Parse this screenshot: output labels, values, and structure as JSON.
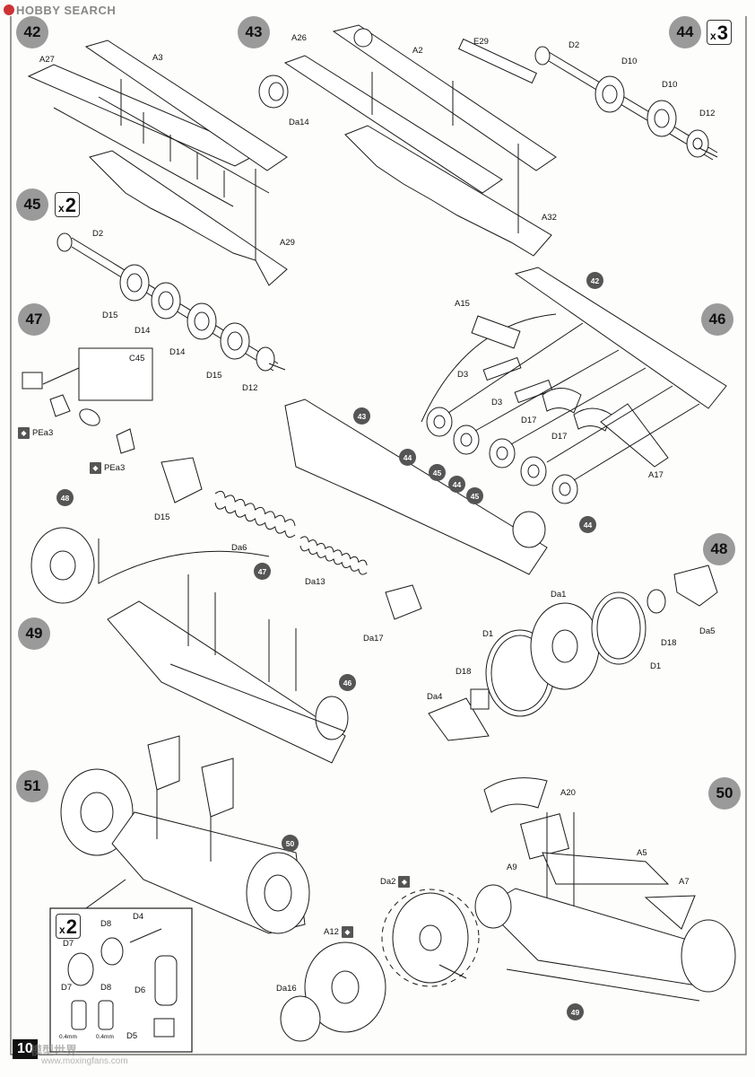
{
  "header": {
    "logo": "HOBBY SEARCH"
  },
  "page_number": "10",
  "watermark": {
    "text": "模型世界",
    "url": "www.moxingfans.com"
  },
  "steps": {
    "s42": "42",
    "s43": "43",
    "s44": "44",
    "s45": "45",
    "s46": "46",
    "s47": "47",
    "s48": "48",
    "s49": "49",
    "s50": "50",
    "s51": "51"
  },
  "multipliers": {
    "m44": "3",
    "m45": "2",
    "m51": "2",
    "x": "x"
  },
  "refs": {
    "r42": "42",
    "r43": "43",
    "r44a": "44",
    "r45a": "45",
    "r44b": "44",
    "r45b": "45",
    "r44c": "44",
    "r48": "48",
    "r47": "47",
    "r46": "46",
    "r50": "50",
    "r49": "49"
  },
  "parts": {
    "s42": {
      "a27": "A27",
      "a3": "A3",
      "a29": "A29"
    },
    "s43": {
      "a26": "A26",
      "da14": "Da14",
      "a2": "A2",
      "e29": "E29",
      "a32": "A32"
    },
    "s44": {
      "d2": "D2",
      "d10a": "D10",
      "d10b": "D10",
      "d12": "D12"
    },
    "s45": {
      "d2": "D2",
      "d15a": "D15",
      "d14a": "D14",
      "d14b": "D14",
      "d15b": "D15",
      "d12": "D12"
    },
    "s46": {
      "a15": "A15",
      "d3a": "D3",
      "d3b": "D3",
      "d17a": "D17",
      "d17b": "D17",
      "a17": "A17"
    },
    "s47": {
      "c45": "C45",
      "pea3a": "PEa3",
      "pea3b": "PEa3",
      "d15": "D15",
      "da6": "Da6",
      "da13": "Da13",
      "da17": "Da17"
    },
    "s48": {
      "da1": "Da1",
      "d1a": "D1",
      "d1b": "D1",
      "d18a": "D18",
      "d18b": "D18",
      "da5": "Da5",
      "da4": "Da4"
    },
    "s50": {
      "a20": "A20",
      "a9": "A9",
      "a5": "A5",
      "a7": "A7",
      "da2": "Da2",
      "a12": "A12",
      "da16": "Da16"
    },
    "s51": {
      "d4": "D4",
      "d8a": "D8",
      "d7a": "D7",
      "d6": "D6",
      "d7b": "D7",
      "d8b": "D8",
      "d5": "D5",
      "w1": "0.4mm",
      "w2": "0.4mm"
    }
  },
  "colors": {
    "badge": "#9a9a9a",
    "ref": "#555555",
    "line": "#1a1a1a"
  }
}
